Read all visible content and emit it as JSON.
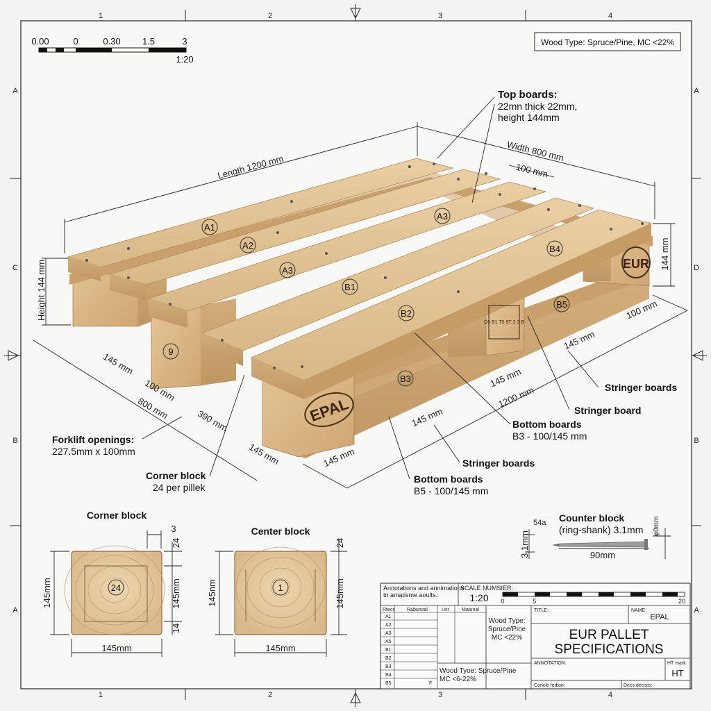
{
  "border": {
    "col_labels": [
      "1",
      "2",
      "3",
      "4"
    ],
    "row_labels_left": [
      "A",
      "C",
      "B",
      "A"
    ],
    "row_labels_right": [
      "A",
      "D",
      "B",
      "A"
    ]
  },
  "scale_bar": {
    "ticks": [
      "0.00",
      "0",
      "0.30",
      "1.5",
      "3"
    ],
    "ratio": "1:20"
  },
  "wood_note": "Wood Type: Spruce/Pine, MC <22%",
  "callouts": {
    "top_boards_title": "Top boards:",
    "top_boards_l1": "22mn thick 22mm,",
    "top_boards_l2": "height 144mm",
    "forklift_title": "Forklift openings:",
    "forklift_value": "227.5mm x 100mm",
    "corner_block_title": "Corner block",
    "corner_block_value": "24 per pillek",
    "stringer_boards_1": "Stringer boards",
    "stringer_board": "Stringer board",
    "bottom_boards_1_title": "Bottom boards",
    "bottom_boards_1_value": "B3 - 100/145 mm",
    "stringer_boards_2": "Stringer boards",
    "bottom_boards_2_title": "Bottom boards",
    "bottom_boards_2_value": "B5 - 100/145 mm"
  },
  "dimensions": {
    "length": "Length 1200 mm",
    "width": "Width 800 mm",
    "board_100": "100 mm",
    "height_left": "Height 144 mm",
    "height_right": "144 mm",
    "d145_a": "145 mm",
    "d100_a": "100 mm",
    "d800": "800 mm",
    "d390": "390 mm",
    "d145_b": "145 mm",
    "d145_c": "145 mm",
    "d145_d": "145 mm",
    "d145_e": "145 mm",
    "d1200": "1200 mm",
    "d145_f": "145 mm",
    "d100_b": "100 mm"
  },
  "board_tags": [
    "A1",
    "A2",
    "A3",
    "A3",
    "B1",
    "B2",
    "B4",
    "B5",
    "B3"
  ],
  "block_brand": "EPAL",
  "block_brand_right": "EUR",
  "block_tag_9": "9",
  "block_stamp": "D3 B1 T5 9T 3 3 B",
  "details": {
    "corner_title": "Corner block",
    "center_title": "Center block",
    "corner_tag": "24",
    "center_tag": "1",
    "dim_3": "3",
    "dim_24_a": "24",
    "dim_145mm_left": "145mm",
    "dim_145mm_mid": "145mm",
    "dim_14": "14",
    "dim_145mm_bottom1": "145mm",
    "dim_145nm": "145nm",
    "dim_24_b": "24",
    "dim_145mm_right": "145mm",
    "dim_145mm_bottom2": "145mm"
  },
  "nail": {
    "title": "Counter block",
    "subtitle": "(ring-shank) 3.1mm",
    "size_small": "54a",
    "size_right": "φ0mm",
    "left_dim": "3.1mm",
    "length": "90mm"
  },
  "title_block": {
    "annotations_header": "Annotations and annimations",
    "annotations_sub": "tn amatisme aoults.",
    "scale_label": "SCALE NUMSIER:",
    "scale_value": "1:20",
    "bar_ticks": [
      "0",
      "5",
      "20"
    ],
    "col_headers": [
      "Rtecs",
      "Rabunoal",
      "Ust",
      "Matunal"
    ],
    "rows": [
      "A1",
      "A2",
      "A3",
      "A5",
      "B1",
      "B2",
      "B3",
      "B4",
      "B5",
      "F"
    ],
    "wood_l1": "Wood Type:",
    "wood_l2": "Spruce/Pine",
    "wood_l3": "MC <22%",
    "wood2_l1": "Wood Tyoe: Spruce/Pine",
    "wood2_l2": "MC <6-22%",
    "title_label": "TITLE:",
    "name_label": "NAME:",
    "name_value": "EPAL",
    "title_l1": "EUR PALLET",
    "title_l2": "SPECIFICATIONS",
    "annotation_label": "ANNOTATION:",
    "ht_label": "HT mark",
    "ht_value": "HT",
    "footer1": "Concle fedion:",
    "footer2": "Decs decisis:"
  }
}
